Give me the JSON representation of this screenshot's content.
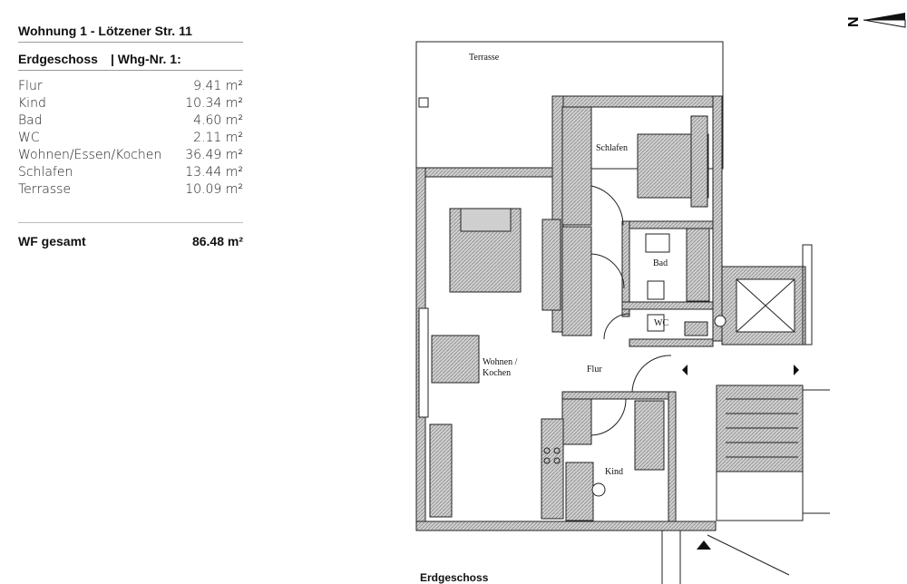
{
  "apartment": {
    "title": "Wohnung 1 - Lötzener Str. 11",
    "floor": "Erdgeschoss",
    "unit": "| Whg-Nr. 1:"
  },
  "rooms": [
    {
      "name": "Flur",
      "area": "9.41 m²"
    },
    {
      "name": "Kind",
      "area": "10.34 m²"
    },
    {
      "name": "Bad",
      "area": "4.60 m²"
    },
    {
      "name": "WC",
      "area": "2.11 m²"
    },
    {
      "name": "Wohnen/Essen/Kochen",
      "area": "36.49 m²"
    },
    {
      "name": "Schlafen",
      "area": "13.44 m²"
    },
    {
      "name": "Terrasse",
      "area": "10.09 m²"
    }
  ],
  "total": {
    "label": "WF gesamt",
    "value": "86.48 m²"
  },
  "plan_labels": {
    "terrasse": "Terrasse",
    "schlafen": "Schlafen",
    "bad": "Bad",
    "wc": "WC",
    "wohnen_line1": "Wohnen /",
    "wohnen_line2": "Kochen",
    "flur": "Flur",
    "kind": "Kind"
  },
  "floor_caption": "Erdgeschoss",
  "compass_letter": "N",
  "colors": {
    "wall": "#9a9a9a",
    "line": "#222222",
    "furniture": "#bdbdbd"
  }
}
